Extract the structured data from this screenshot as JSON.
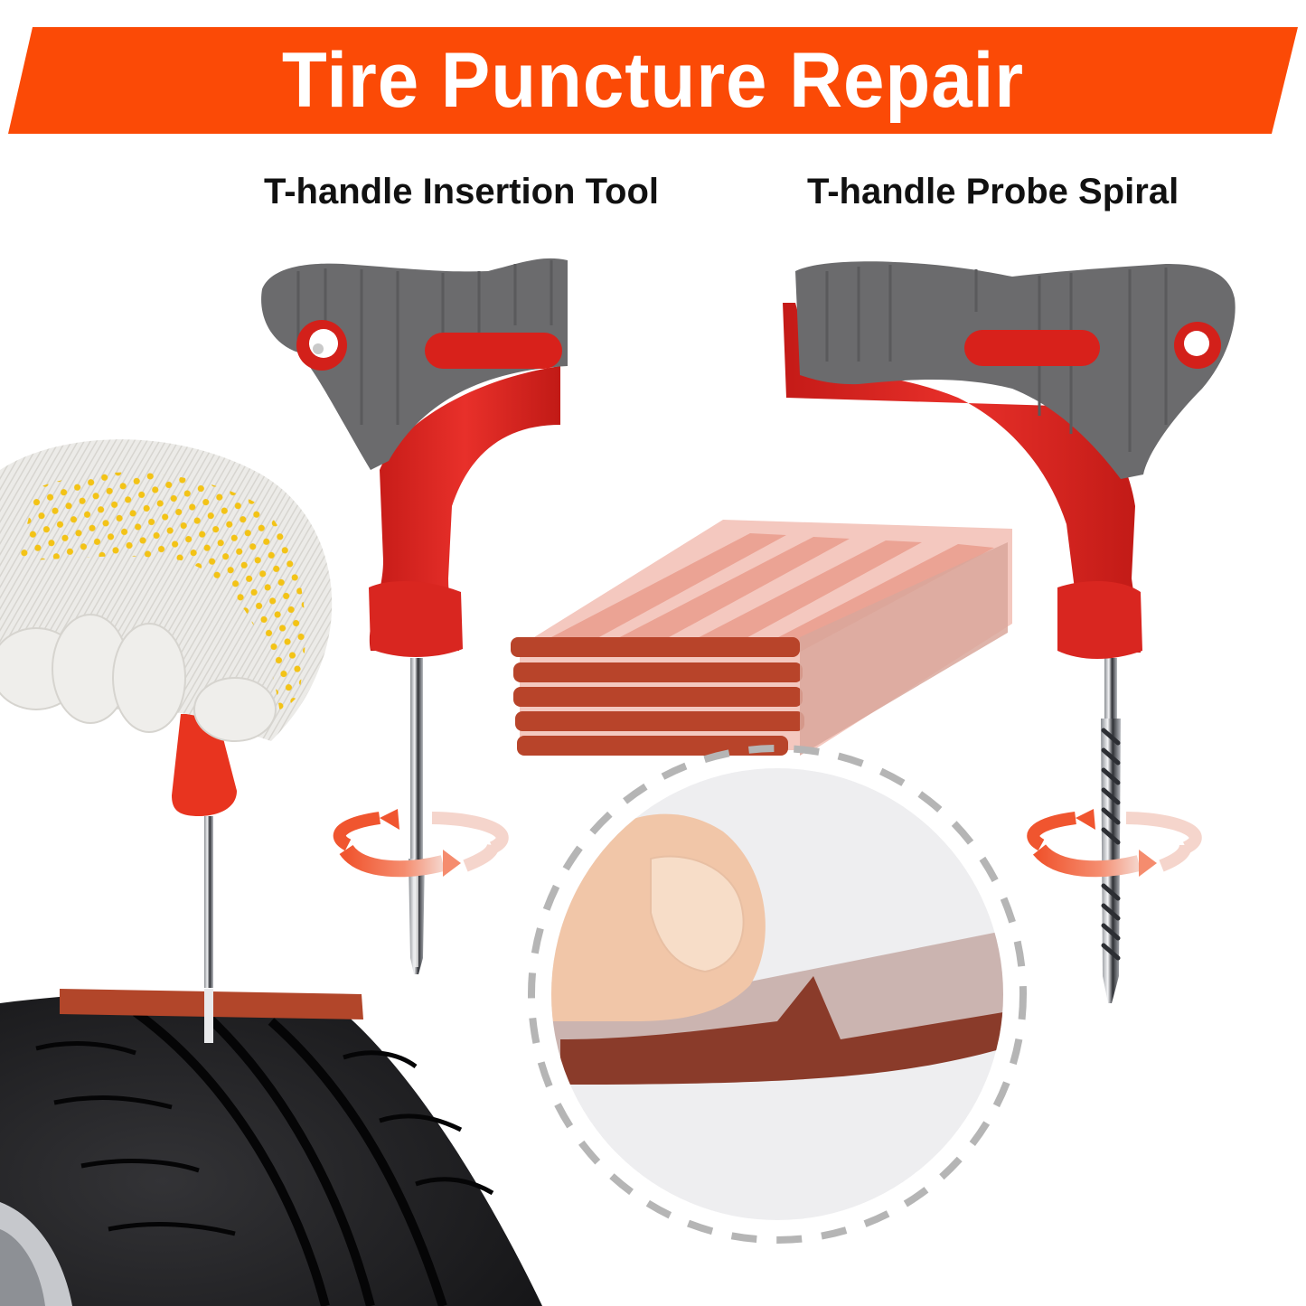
{
  "banner": {
    "title": "Tire Puncture Repair",
    "color": "#fb4a06",
    "text_color": "#ffffff"
  },
  "tools": [
    {
      "label": "T-handle Insertion Tool",
      "type": "insertion-needle"
    },
    {
      "label": "T-handle Probe Spiral",
      "type": "spiral-reamer"
    }
  ],
  "colors": {
    "handle_gray": "#6b6b6d",
    "handle_red": "#e0241f",
    "rotation_arrow": "#f26a45",
    "repair_strip": "#b2462a",
    "tire": "#1c1c1e",
    "dashed_circle": "#b5b5b5"
  },
  "illustrations": [
    {
      "name": "gloved-hand-with-tool",
      "caption": ""
    },
    {
      "name": "repair-strip-stack",
      "caption": ""
    },
    {
      "name": "strip-peeling-closeup",
      "caption": ""
    },
    {
      "name": "tire-with-strip-insertion",
      "caption": ""
    }
  ]
}
